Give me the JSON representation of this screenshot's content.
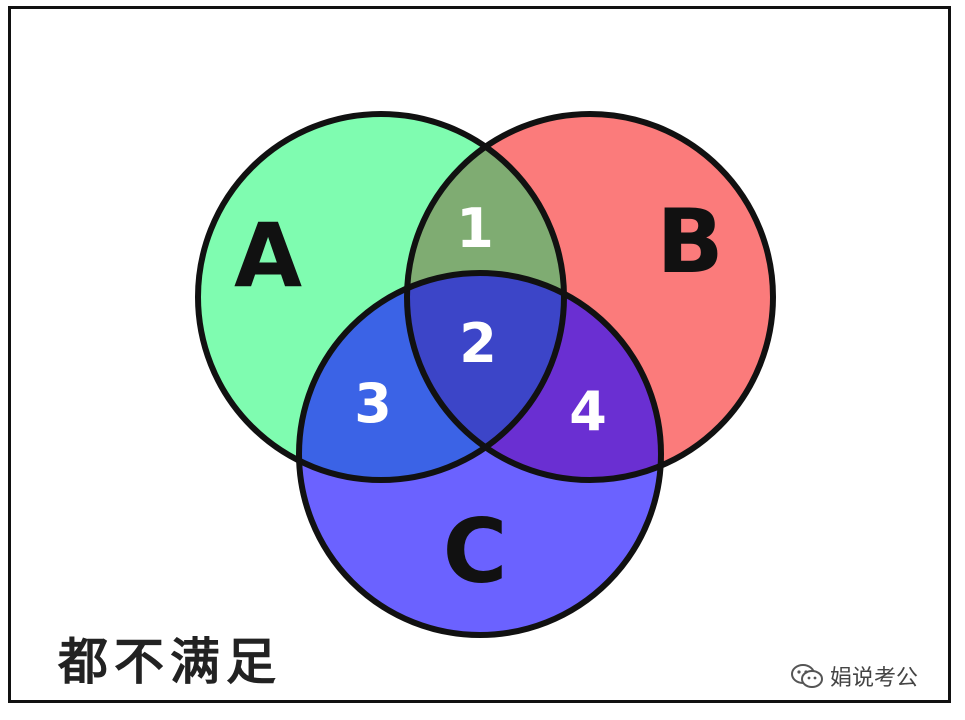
{
  "diagram": {
    "sets": [
      {
        "id": "A",
        "label": "A",
        "color": "#7ffcb0"
      },
      {
        "id": "B",
        "label": "B",
        "color": "#fb7b7b"
      },
      {
        "id": "C",
        "label": "C",
        "color": "#6b62ff"
      }
    ],
    "regions": [
      {
        "id": "AB",
        "label": "1",
        "color": "#7fac72"
      },
      {
        "id": "ABC",
        "label": "2",
        "color": "#3c45c8"
      },
      {
        "id": "AC",
        "label": "3",
        "color": "#3b63e6"
      },
      {
        "id": "BC",
        "label": "4",
        "color": "#6a2fd2"
      }
    ],
    "outside_label": "都不满足"
  },
  "watermark": {
    "text": "娟说考公",
    "icon": "wechat-icon"
  },
  "colors": {
    "outline": "#111111",
    "frame": "#111111",
    "background": "#ffffff"
  }
}
